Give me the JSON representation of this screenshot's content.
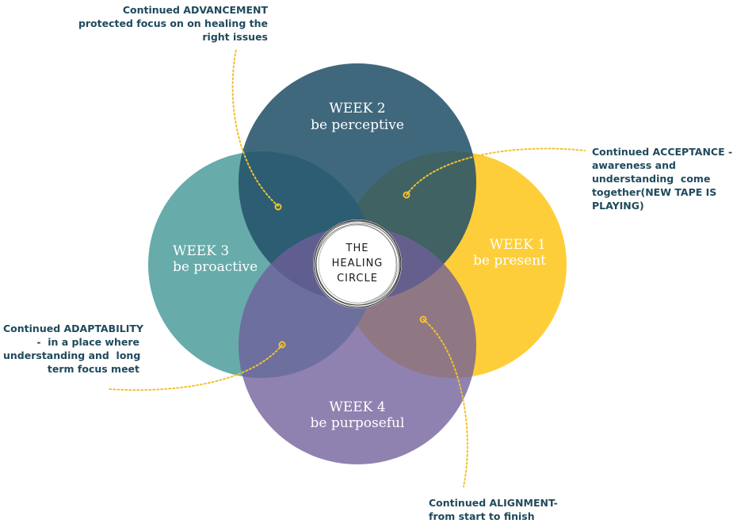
{
  "colors": {
    "week1": "#fecb2f",
    "week2": "#3f6f82",
    "week3": "#5fa6a6",
    "week4": "#8677a8",
    "callout_text": "#1f4a5c",
    "leader": "#f2c12e"
  },
  "center": {
    "line1": "THE",
    "line2": "HEALING",
    "line3": "CIRCLE"
  },
  "weeks": {
    "week1": {
      "title": "WEEK 1",
      "subtitle": "be present"
    },
    "week2": {
      "title": "WEEK 2",
      "subtitle": "be perceptive"
    },
    "week3": {
      "title": "WEEK 3",
      "subtitle": "be proactive"
    },
    "week4": {
      "title": "WEEK 4",
      "subtitle": "be purposeful"
    }
  },
  "callouts": {
    "advancement": {
      "line1": "Continued ADVANCEMENT",
      "line2": "protected focus on on healing the",
      "line3": "right issues"
    },
    "acceptance": {
      "line1": "Continued ACCEPTANCE -",
      "line2": "awareness and",
      "line3": "understanding  come",
      "line4": "together(NEW TAPE IS",
      "line5": "PLAYING)"
    },
    "adaptability": {
      "line1": "Continued ADAPTABILITY",
      "line2": "-  in a place where",
      "line3": "understanding and  long",
      "line4": "term focus meet"
    },
    "alignment": {
      "line1": "Continued ALIGNMENT-",
      "line2": "from start to finish"
    }
  }
}
